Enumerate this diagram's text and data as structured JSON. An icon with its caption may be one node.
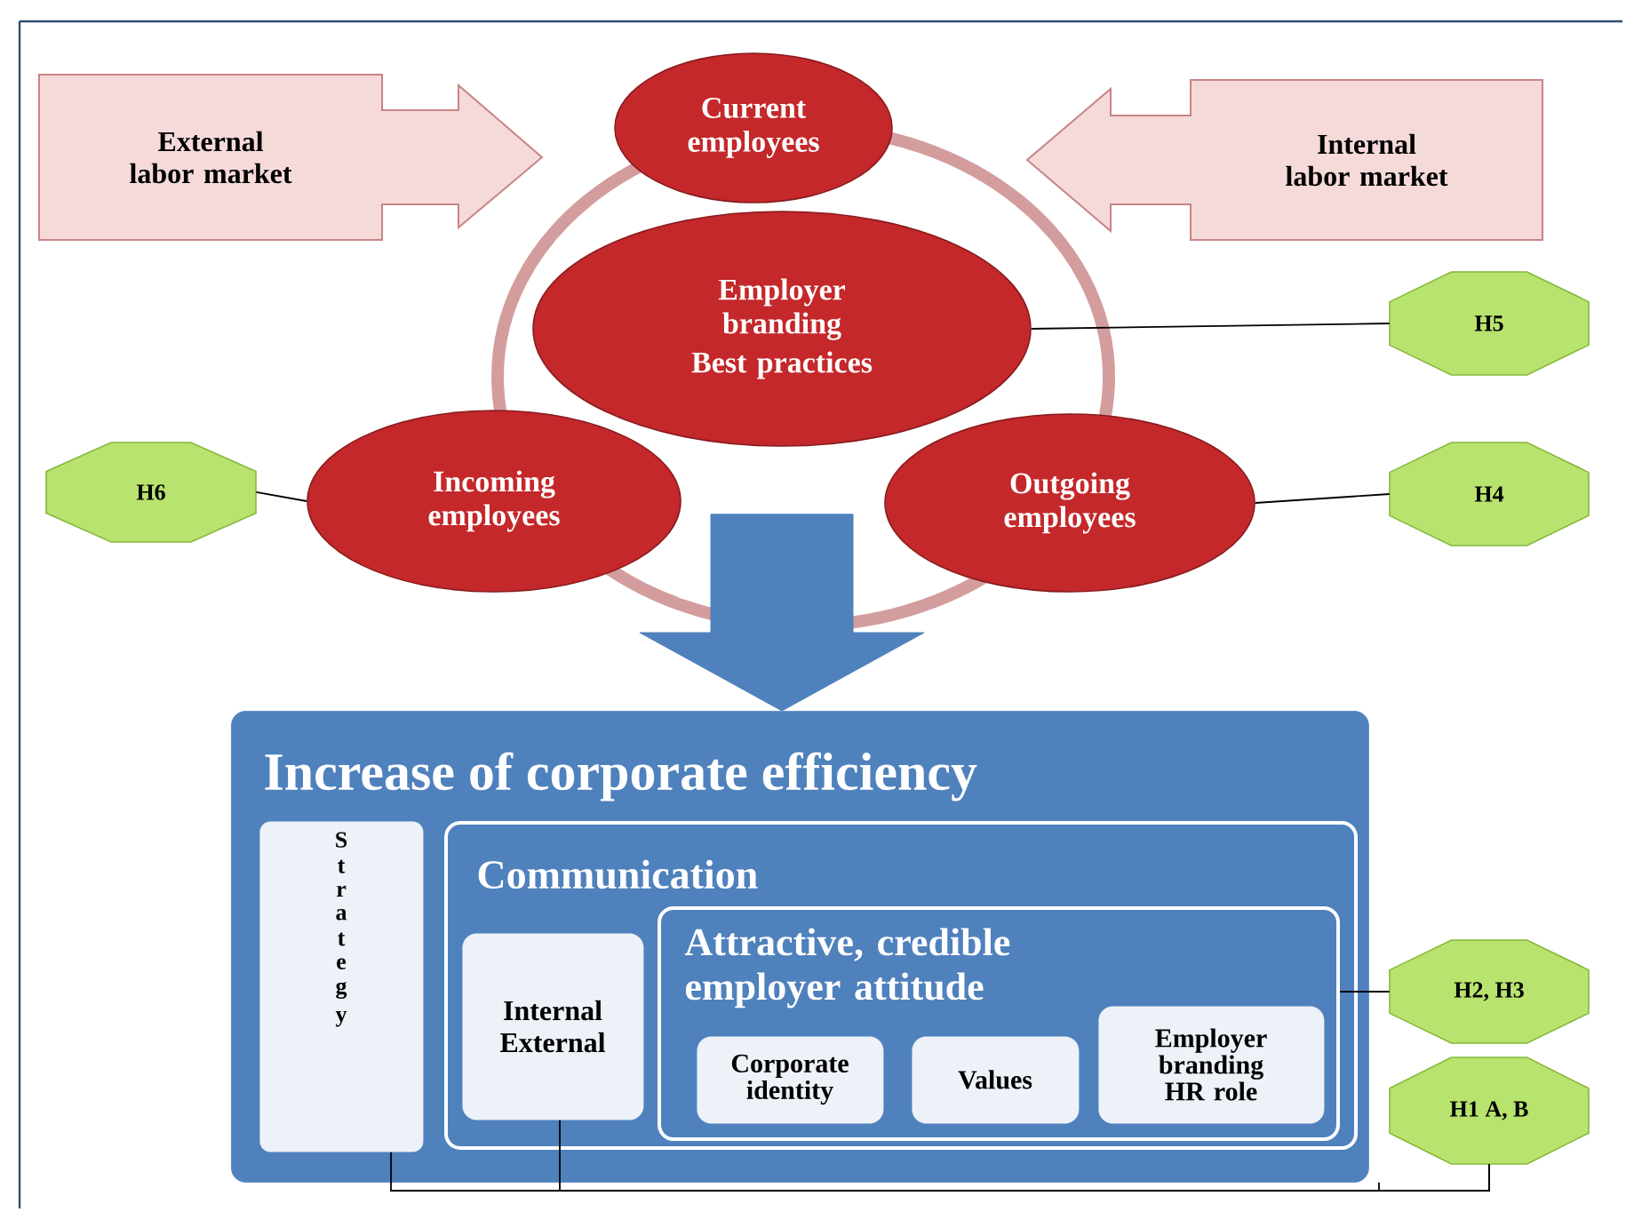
{
  "diagram": {
    "nodes": [
      {
        "text": [
          "External labor market"
        ]
      },
      {
        "text": [
          "Current employees"
        ]
      },
      {
        "text": [
          "Internal labor market"
        ]
      },
      {
        "text": [
          "Employer branding",
          "Best practices"
        ]
      },
      {
        "text": [
          "H5"
        ]
      },
      {
        "text": [
          "H6"
        ]
      },
      {
        "text": [
          "Incoming employees"
        ]
      },
      {
        "text": [
          "Outgoing employees"
        ]
      },
      {
        "text": [
          "H4"
        ]
      },
      {
        "text": [
          "Increase of corporate efficiency"
        ]
      },
      {
        "text": [
          "Strategy"
        ],
        "in": 9
      },
      {
        "text": [
          "Communication"
        ],
        "in": 9
      },
      {
        "text": [
          "Internal External"
        ],
        "in": 11
      },
      {
        "text": [
          "Attractive, credible employer attitude"
        ],
        "in": 11
      },
      {
        "text": [
          "Corporate identity"
        ],
        "in": 13
      },
      {
        "text": [
          "Values"
        ],
        "in": 13
      },
      {
        "text": [
          "Employer branding HR role"
        ],
        "in": 13
      },
      {
        "text": [
          "H2, H3"
        ]
      },
      {
        "text": [
          "H1 A, B"
        ]
      }
    ],
    "edges": [
      {
        "from": 3,
        "to": 9,
        "arrow": "to",
        "style": "thick",
        "color": "#4f81bd"
      },
      {
        "from": 3,
        "to": 4,
        "arrow": "none"
      },
      {
        "from": 5,
        "to": 6,
        "arrow": "none"
      },
      {
        "from": 7,
        "to": 8,
        "arrow": "none"
      },
      {
        "from": 17,
        "to": 13,
        "arrow": "none"
      },
      {
        "from": 18,
        "to": 10,
        "arrow": "none"
      },
      {
        "from": 18,
        "to": 12,
        "arrow": "none"
      },
      {
        "from": 18,
        "to": 9,
        "arrow": "none"
      }
    ]
  }
}
